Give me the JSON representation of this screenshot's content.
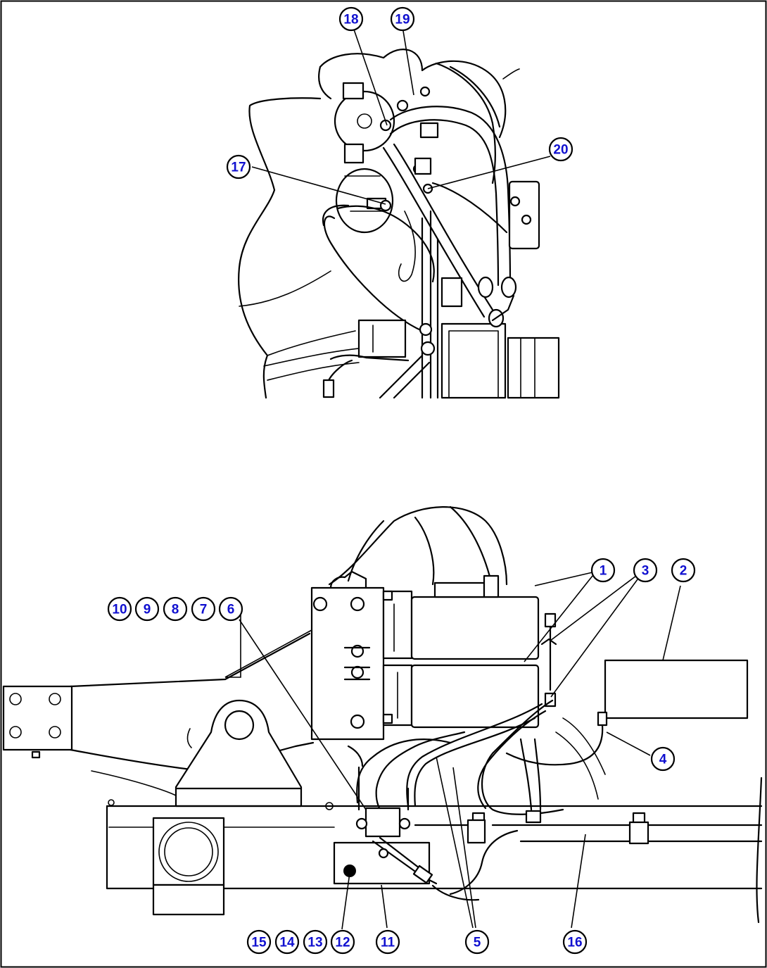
{
  "callouts": [
    {
      "id": "c18",
      "label": "18"
    },
    {
      "id": "c19",
      "label": "19"
    },
    {
      "id": "c20",
      "label": "20"
    },
    {
      "id": "c17",
      "label": "17"
    },
    {
      "id": "c1",
      "label": "1"
    },
    {
      "id": "c3",
      "label": "3"
    },
    {
      "id": "c2",
      "label": "2"
    },
    {
      "id": "c10",
      "label": "10"
    },
    {
      "id": "c9",
      "label": "9"
    },
    {
      "id": "c8",
      "label": "8"
    },
    {
      "id": "c7",
      "label": "7"
    },
    {
      "id": "c6",
      "label": "6"
    },
    {
      "id": "c4",
      "label": "4"
    },
    {
      "id": "c15",
      "label": "15"
    },
    {
      "id": "c14",
      "label": "14"
    },
    {
      "id": "c13",
      "label": "13"
    },
    {
      "id": "c12",
      "label": "12"
    },
    {
      "id": "c11",
      "label": "11"
    },
    {
      "id": "c5",
      "label": "5"
    },
    {
      "id": "c16",
      "label": "16"
    }
  ],
  "colors": {
    "callout_text": "#1010d0",
    "line": "#000000",
    "background": "#ffffff"
  }
}
